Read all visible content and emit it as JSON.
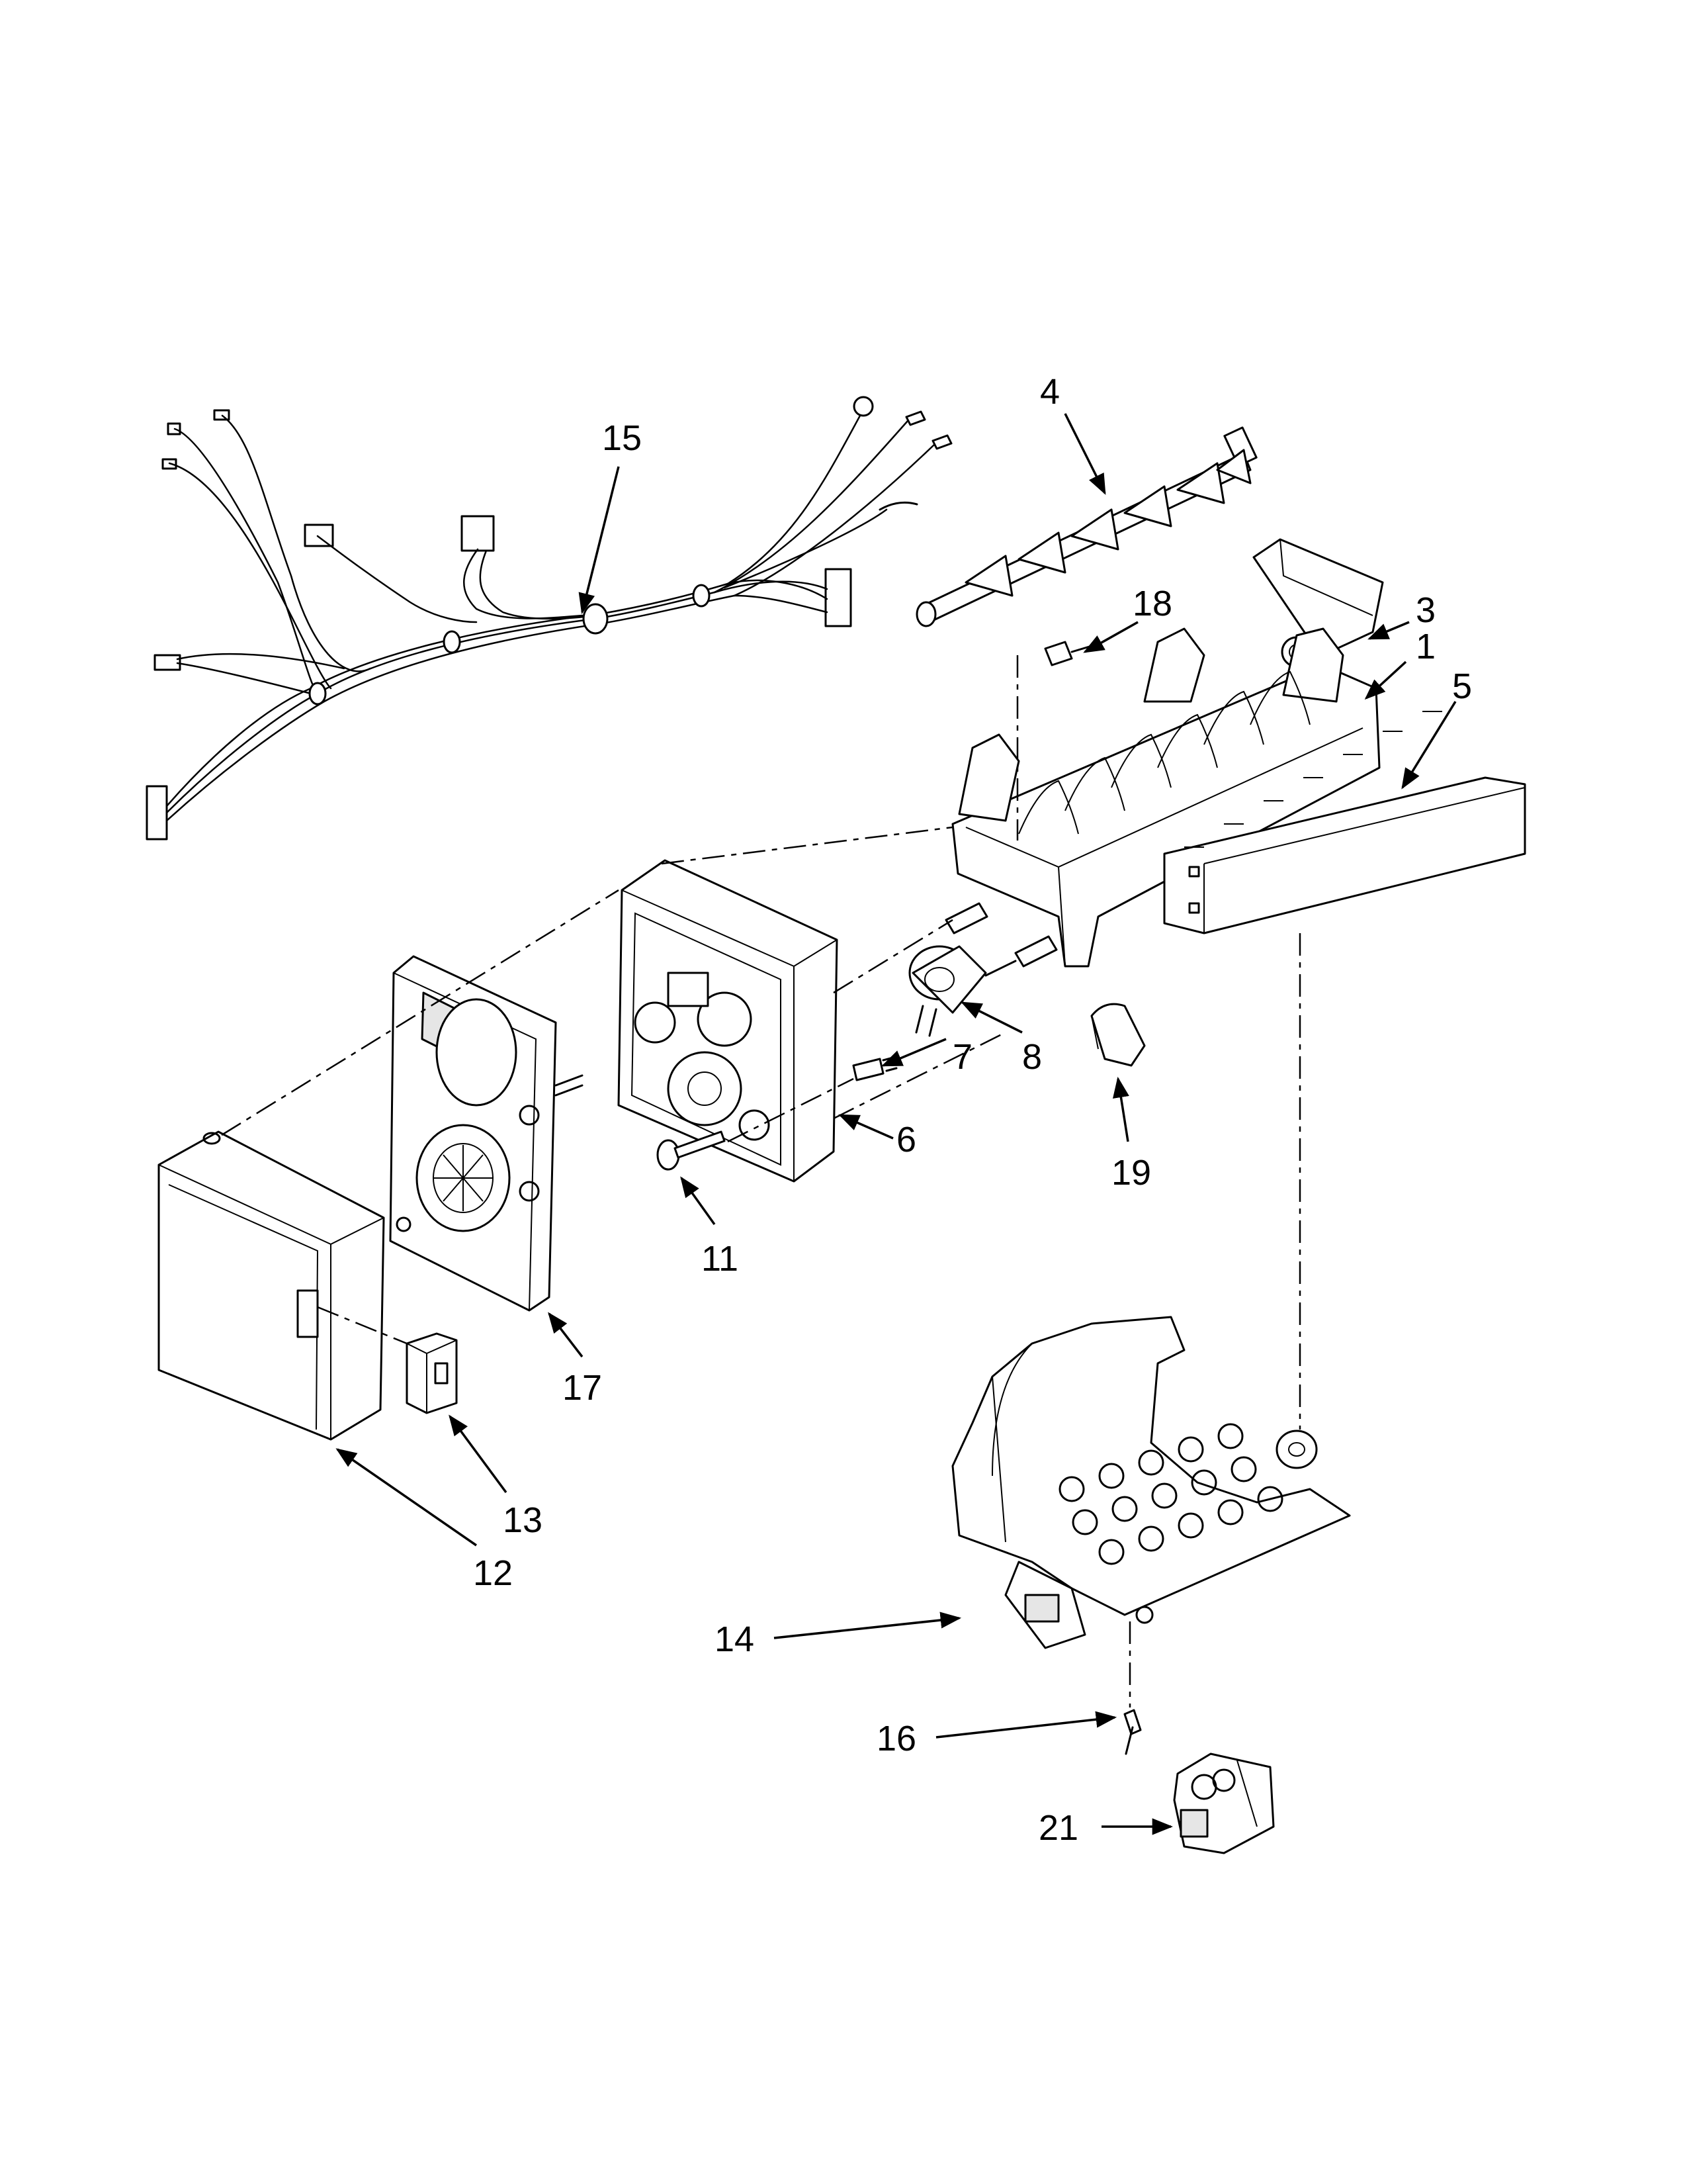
{
  "callouts": [
    {
      "id": "1",
      "text": "1"
    },
    {
      "id": "3",
      "text": "3"
    },
    {
      "id": "4",
      "text": "4"
    },
    {
      "id": "5",
      "text": "5"
    },
    {
      "id": "6",
      "text": "6"
    },
    {
      "id": "7",
      "text": "7"
    },
    {
      "id": "8",
      "text": "8"
    },
    {
      "id": "11",
      "text": "11"
    },
    {
      "id": "12",
      "text": "12"
    },
    {
      "id": "13",
      "text": "13"
    },
    {
      "id": "14",
      "text": "14"
    },
    {
      "id": "15",
      "text": "15"
    },
    {
      "id": "16",
      "text": "16"
    },
    {
      "id": "17",
      "text": "17"
    },
    {
      "id": "18",
      "text": "18"
    },
    {
      "id": "19",
      "text": "19"
    },
    {
      "id": "21",
      "text": "21"
    }
  ],
  "colors": {
    "line": "#000000",
    "background": "#ffffff",
    "shading": "#e6e6e6"
  }
}
